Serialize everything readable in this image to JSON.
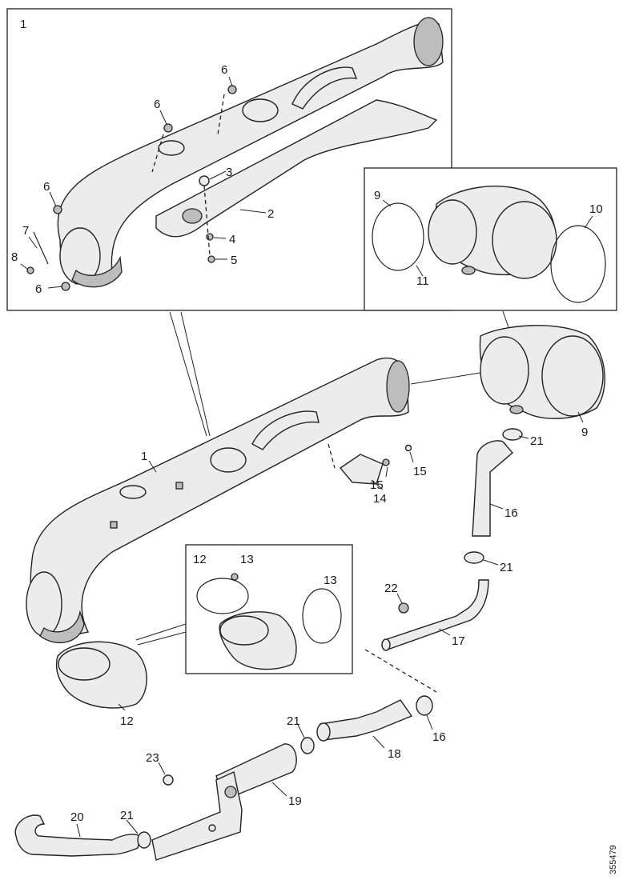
{
  "callouts": {
    "inset1_title": "1",
    "inset1_part2": "2",
    "inset1_part3": "3",
    "inset1_part4": "4",
    "inset1_part5": "5",
    "inset1_part6_a": "6",
    "inset1_part6_b": "6",
    "inset1_part6_c": "6",
    "inset1_part6_d": "6",
    "inset1_part7": "7",
    "inset1_part8": "8",
    "inset2_part9": "9",
    "inset2_part10": "10",
    "inset2_part11": "11",
    "main_part1": "1",
    "main_part9": "9",
    "main_part14": "14",
    "main_part15_a": "15",
    "main_part15_b": "15",
    "main_part16": "16",
    "main_part21_a": "21",
    "main_part21_b": "21",
    "main_part22": "22",
    "main_part17": "17",
    "inset3_part12": "12",
    "inset3_part13_a": "13",
    "inset3_part13_b": "13",
    "main_part12": "12",
    "main_part21_c": "21",
    "main_part18": "18",
    "main_part16_b": "16",
    "main_part23": "23",
    "main_part19": "19",
    "main_part20": "20",
    "main_part21_d": "21"
  },
  "figure_id": "355479"
}
